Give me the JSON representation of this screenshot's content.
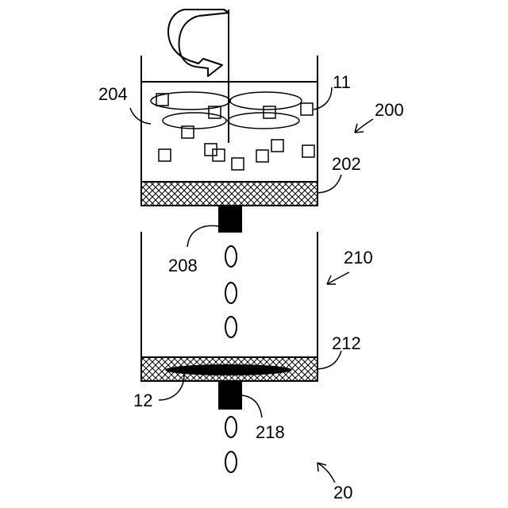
{
  "labels": {
    "stirred_tank": "200",
    "stirred_tank_interior": "204",
    "particles": "11",
    "upper_filter": "202",
    "upper_outlet": "208",
    "lower_tank": "210",
    "lower_filter": "212",
    "filter_cake": "12",
    "lower_outlet": "218",
    "apparatus": "20"
  }
}
